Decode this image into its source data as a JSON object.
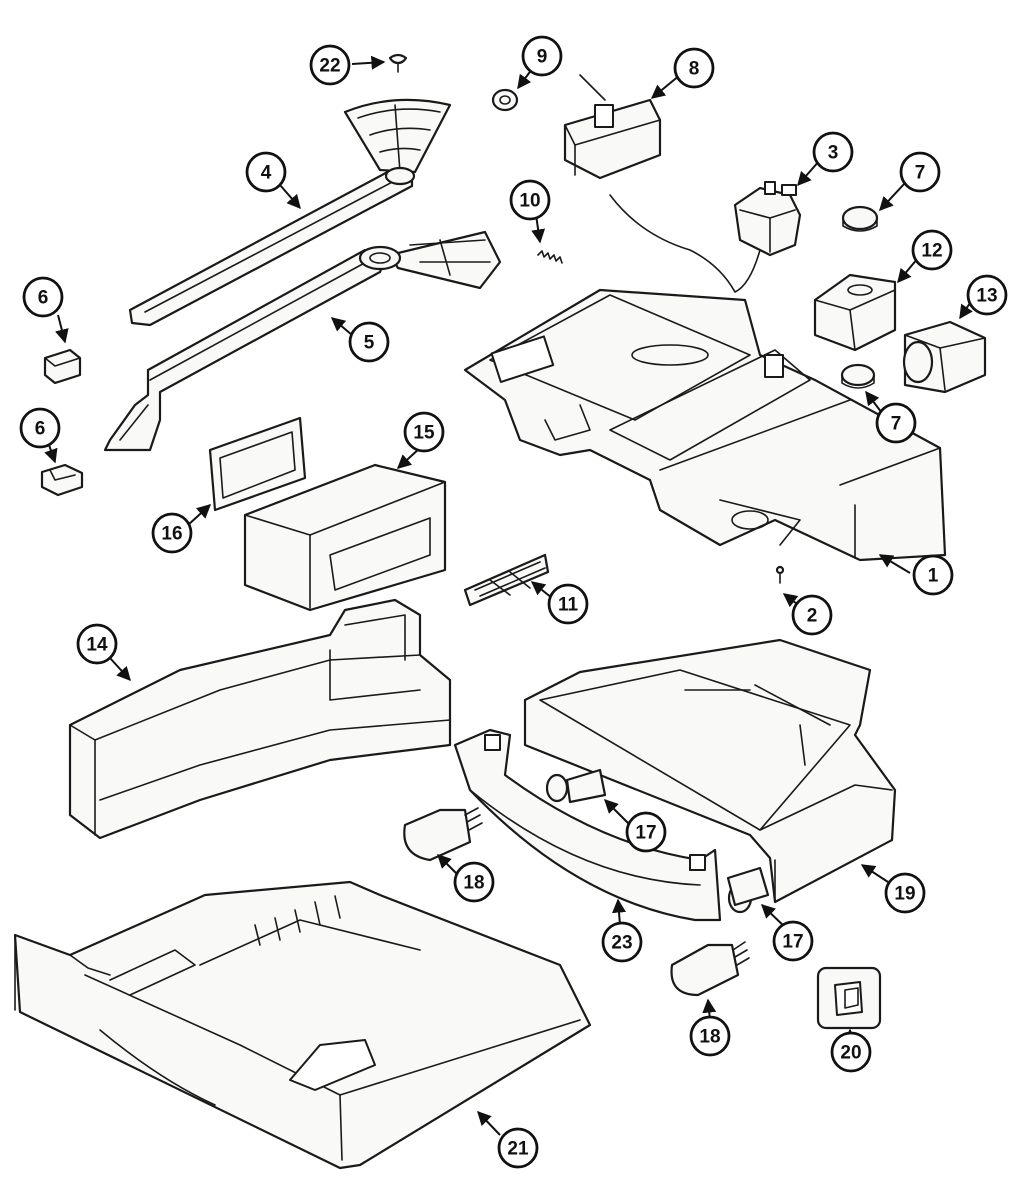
{
  "callouts": [
    {
      "id": "1",
      "label": "1"
    },
    {
      "id": "2",
      "label": "2"
    },
    {
      "id": "3",
      "label": "3"
    },
    {
      "id": "4",
      "label": "4"
    },
    {
      "id": "5",
      "label": "5"
    },
    {
      "id": "6a",
      "label": "6"
    },
    {
      "id": "6b",
      "label": "6"
    },
    {
      "id": "7a",
      "label": "7"
    },
    {
      "id": "7b",
      "label": "7"
    },
    {
      "id": "8",
      "label": "8"
    },
    {
      "id": "9",
      "label": "9"
    },
    {
      "id": "10",
      "label": "10"
    },
    {
      "id": "11",
      "label": "11"
    },
    {
      "id": "12",
      "label": "12"
    },
    {
      "id": "13",
      "label": "13"
    },
    {
      "id": "14",
      "label": "14"
    },
    {
      "id": "15",
      "label": "15"
    },
    {
      "id": "16",
      "label": "16"
    },
    {
      "id": "17a",
      "label": "17"
    },
    {
      "id": "17b",
      "label": "17"
    },
    {
      "id": "18a",
      "label": "18"
    },
    {
      "id": "18b",
      "label": "18"
    },
    {
      "id": "19",
      "label": "19"
    },
    {
      "id": "20",
      "label": "20"
    },
    {
      "id": "21",
      "label": "21"
    },
    {
      "id": "22",
      "label": "22"
    },
    {
      "id": "23",
      "label": "23"
    }
  ]
}
